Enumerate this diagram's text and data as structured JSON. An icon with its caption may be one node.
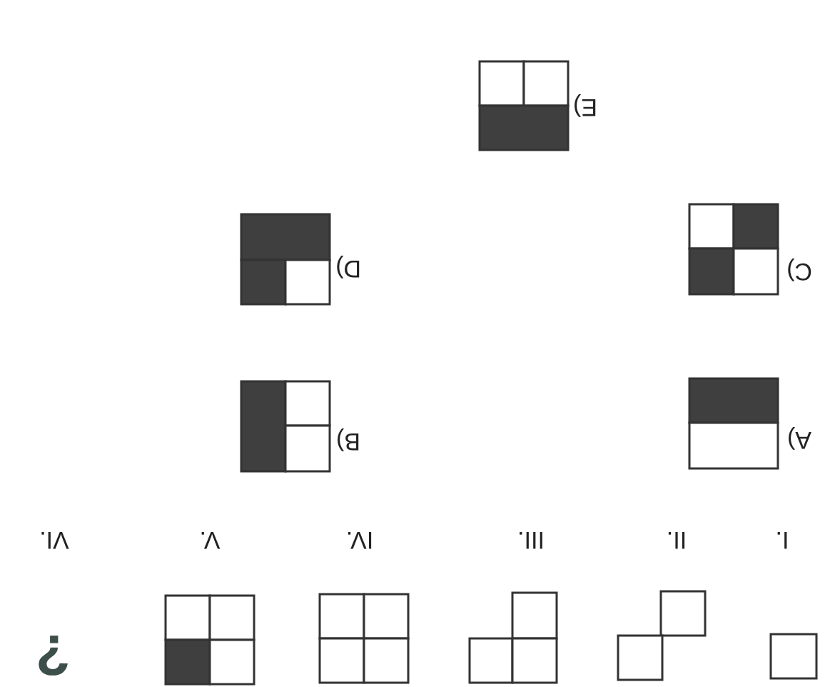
{
  "diagram": {
    "labels": [
      "?",
      "I.",
      "II.",
      "III.",
      "IV.",
      "V.",
      "VI.",
      "A)",
      "B)",
      "C)",
      "D)",
      "E)"
    ]
  }
}
